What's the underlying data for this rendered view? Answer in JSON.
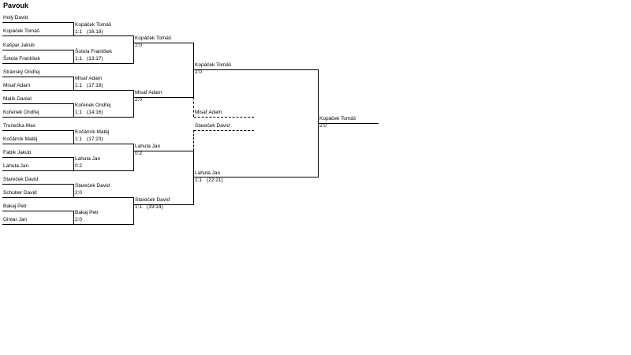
{
  "title": "Pavouk",
  "round1": [
    {
      "a": "Holý David",
      "b": "Kopáček Tomáš"
    },
    {
      "a": "Kašpar Jakub",
      "b": "Šotola František"
    },
    {
      "a": "Stránský Ondřej",
      "b": "Misař Adam"
    },
    {
      "a": "Malík Daniel",
      "b": "Kořenek Ondřej"
    },
    {
      "a": "Trunečka Max",
      "b": "Kočárník Matěj"
    },
    {
      "a": "Fabík Jakub",
      "b": "Lahuta Jan"
    },
    {
      "a": "Stareček David",
      "b": "Schober David"
    },
    {
      "a": "Bakaj Petr",
      "b": "Gintar Jan"
    }
  ],
  "round2": [
    {
      "name": "Kopáček Tomáš",
      "score": "1:1",
      "tb": "(16:18)"
    },
    {
      "name": "Šotola František",
      "score": "1:1",
      "tb": "(13:17)"
    },
    {
      "name": "Misař Adam",
      "score": "1:1",
      "tb": "(17:18)"
    },
    {
      "name": "Kořenek Ondřej",
      "score": "1:1",
      "tb": "(14:16)"
    },
    {
      "name": "Kočárník Matěj",
      "score": "1:1",
      "tb": "(17:23)"
    },
    {
      "name": "Lahuta Jan",
      "score": "0:2",
      "tb": ""
    },
    {
      "name": "Stareček David",
      "score": "2:0",
      "tb": ""
    },
    {
      "name": "Bakaj Petr",
      "score": "2:0",
      "tb": ""
    }
  ],
  "round3": [
    {
      "name": "Kopáček Tomáš",
      "score": "2:0",
      "tb": ""
    },
    {
      "name": "Misař Adam",
      "score": "2:0",
      "tb": ""
    },
    {
      "name": "Lahuta Jan",
      "score": "0:2",
      "tb": ""
    },
    {
      "name": "Stareček David",
      "score": "1:1",
      "tb": "(19:14)"
    }
  ],
  "round4": [
    {
      "name": "Kopáček Tomáš",
      "score": "2:0",
      "tb": ""
    },
    {
      "name": "Lahuta Jan",
      "score": "1:1",
      "tb": "(22:21)"
    }
  ],
  "third_place": [
    {
      "name": "Misař Adam"
    },
    {
      "name": "Stareček David"
    }
  ],
  "final": {
    "name": "Kopáček Tomáš",
    "score": "2:0"
  }
}
